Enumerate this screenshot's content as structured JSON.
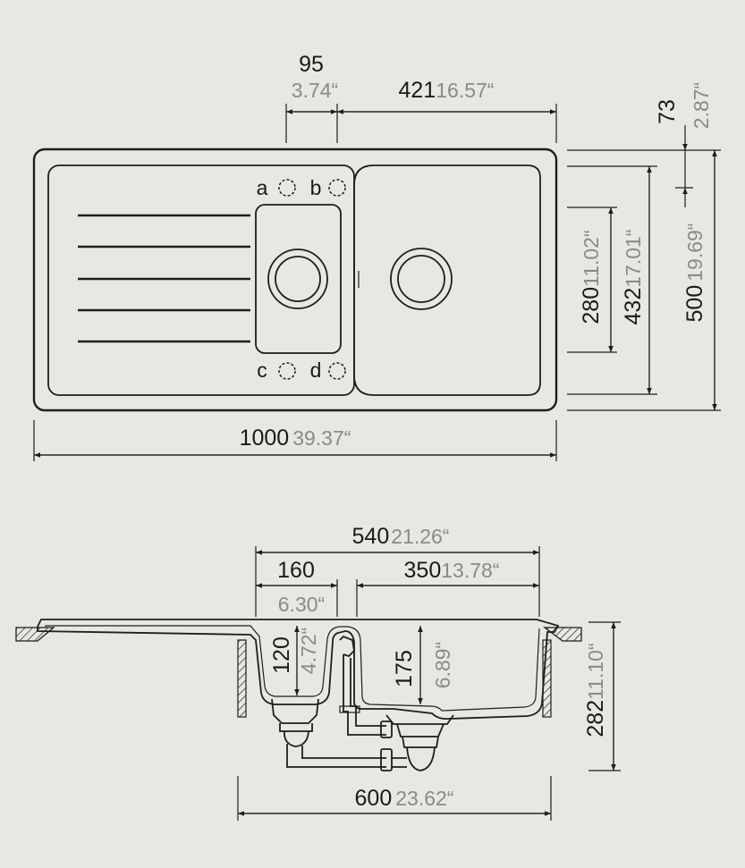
{
  "colors": {
    "background": "#e8e7e2",
    "line": "#1e1e1e",
    "metric_text": "#1a1a1a",
    "imperial_text": "#8a8a8a"
  },
  "plan": {
    "width": {
      "mm": "1000",
      "inch": "39.37“"
    },
    "bowl_gap": {
      "mm": "95",
      "inch": "3.74“"
    },
    "main_bowl_width": {
      "mm": "421",
      "inch": "16.57“"
    },
    "tap_offset": {
      "mm": "73",
      "inch": "2.87“"
    },
    "small_bowl_depth": {
      "mm": "280",
      "inch": "11.02“"
    },
    "main_bowl_depth": {
      "mm": "432",
      "inch": "17.01“"
    },
    "depth": {
      "mm": "500",
      "inch": "19.69“"
    },
    "tap_hole_labels": [
      "a",
      "b",
      "c",
      "d"
    ]
  },
  "section": {
    "bowls_total_width": {
      "mm": "540",
      "inch": "21.26“"
    },
    "small_bowl_width": {
      "mm": "160",
      "inch": "6.30“"
    },
    "main_bowl_width": {
      "mm": "350",
      "inch": "13.78“"
    },
    "small_bowl_height": {
      "mm": "120",
      "inch": "4.72“"
    },
    "main_bowl_height": {
      "mm": "175",
      "inch": "6.89“"
    },
    "total_height": {
      "mm": "282",
      "inch": "11.10“"
    },
    "cabinet_width": {
      "mm": "600",
      "inch": "23.62“"
    }
  }
}
